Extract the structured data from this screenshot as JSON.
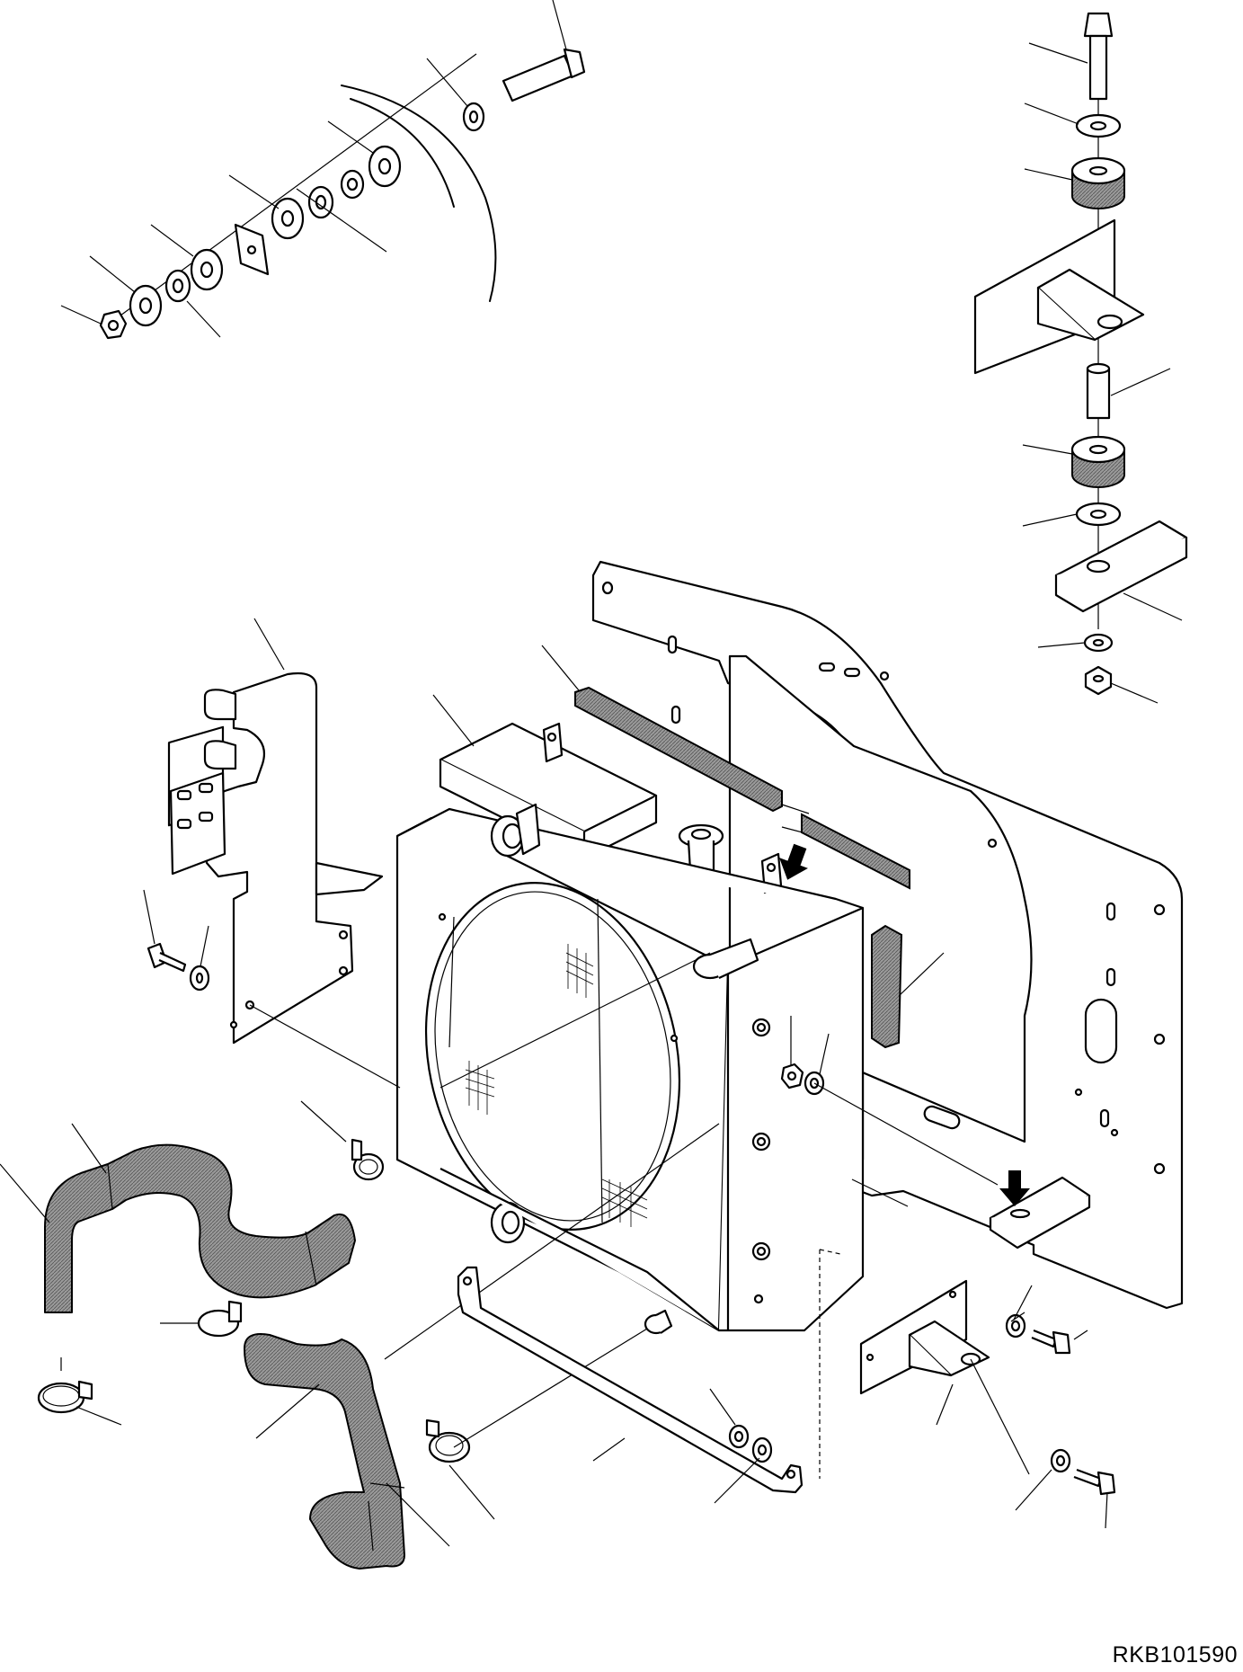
{
  "drawing_code": "RKB101590",
  "colors": {
    "line": "#000000",
    "background": "#ffffff",
    "hose_fill": "#8a8a8a"
  },
  "parts": [
    "radiator",
    "radiator-fan-ring",
    "radiator-cap",
    "radiator-seal-strip",
    "side-seal",
    "fan-guard-bracket",
    "radiator-mount-plate",
    "lower-support-bar",
    "right-mount-bracket",
    "upper-hose",
    "lower-hose",
    "hose-clamp",
    "bolt",
    "washer",
    "nut",
    "rubber-mount",
    "spacer-collar"
  ]
}
